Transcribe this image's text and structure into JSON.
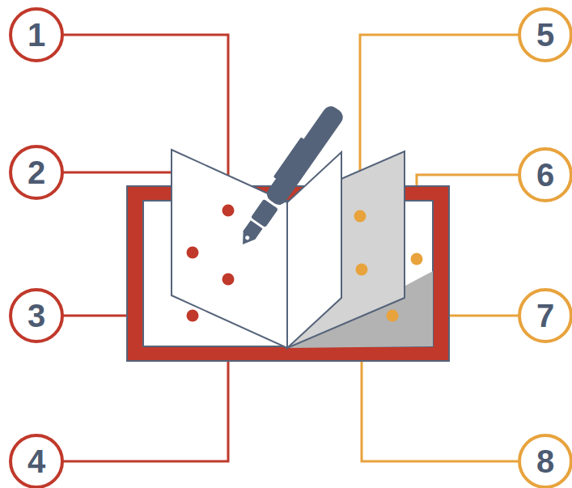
{
  "diagram": {
    "nodes": [
      {
        "text": [
          "1"
        ]
      },
      {
        "text": [
          "5"
        ]
      },
      {
        "text": [
          "2"
        ]
      },
      {
        "text": [
          "6"
        ]
      },
      {
        "text": [
          "3"
        ]
      },
      {
        "text": [
          "7"
        ]
      },
      {
        "text": [
          "4"
        ]
      },
      {
        "text": [
          "8"
        ]
      }
    ]
  }
}
